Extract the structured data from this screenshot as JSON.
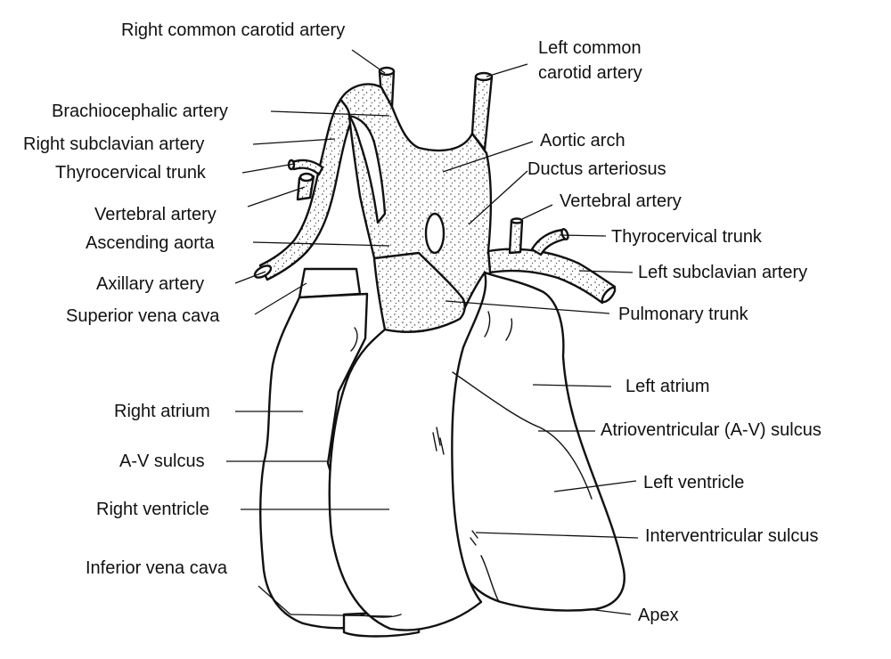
{
  "labels": {
    "right_common_carotid": "Right common carotid artery",
    "left_common_carotid_1": "Left common",
    "left_common_carotid_2": "carotid artery",
    "brachiocephalic": "Brachiocephalic artery",
    "right_subclavian": "Right subclavian artery",
    "thyrocervical_right": "Thyrocervical trunk",
    "vertebral_right": "Vertebral artery",
    "ascending_aorta": "Ascending aorta",
    "axillary": "Axillary artery",
    "superior_vena_cava": "Superior vena cava",
    "right_atrium": "Right atrium",
    "av_sulcus": "A-V sulcus",
    "right_ventricle": "Right ventricle",
    "inferior_vena_cava": "Inferior vena cava",
    "aortic_arch": "Aortic arch",
    "ductus_arteriosus": "Ductus arteriosus",
    "vertebral_left": "Vertebral artery",
    "thyrocervical_left": "Thyrocervical trunk",
    "left_subclavian": "Left subclavian artery",
    "pulmonary_trunk": "Pulmonary trunk",
    "left_atrium": "Left atrium",
    "atrioventricular_sulcus": "Atrioventricular (A-V) sulcus",
    "left_ventricle": "Left ventricle",
    "interventricular_sulcus": "Interventricular sulcus",
    "apex": "Apex"
  }
}
